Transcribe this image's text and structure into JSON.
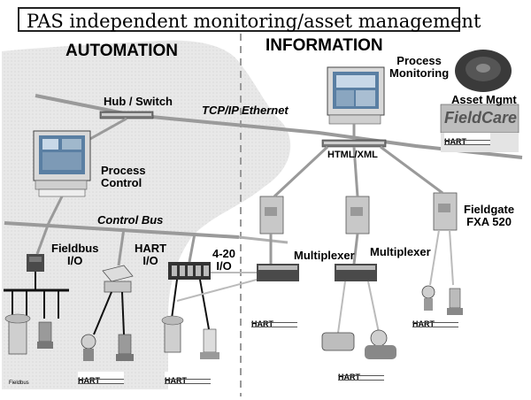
{
  "title": "PAS independent monitoring/asset management",
  "sections": {
    "automation": "AUTOMATION",
    "information": "INFORMATION"
  },
  "labels": {
    "hub_switch": "Hub / Switch",
    "tcp_ethernet": "TCP/IP Ethernet",
    "process_monitoring": "Process\nMonitoring",
    "asset_mgmt": "Asset Mgmt",
    "fieldcare": "FieldCare",
    "process_control": "Process\nControl",
    "html_xml": "HTML/XML",
    "control_bus": "Control Bus",
    "fieldbus_io": "Fieldbus\nI/O",
    "hart_io": "HART\nI/O",
    "analog_io": "4-20\nI/O",
    "multiplexer_1": "Multiplexer",
    "multiplexer_2": "Multiplexer",
    "fieldgate": "Fieldgate\nFXA 520",
    "hart": "HART",
    "fieldbus_logo": "Fieldbus"
  },
  "colors": {
    "automation_bg": "#e6e6e6",
    "bus_line": "#9a9a9a",
    "device_dark": "#4a4a4a",
    "device_light": "#cfcfcf",
    "monitor_screen": "#3c6e9a"
  },
  "icons": [
    "hub-switch-icon",
    "monitor-workstation-icon",
    "fieldbus-io-icon",
    "hart-io-icon",
    "plc-io-icon",
    "multiplexer-icon",
    "fieldgate-icon",
    "valve-icon",
    "transmitter-icon",
    "flowmeter-icon",
    "asset-mgmt-disc-icon"
  ]
}
